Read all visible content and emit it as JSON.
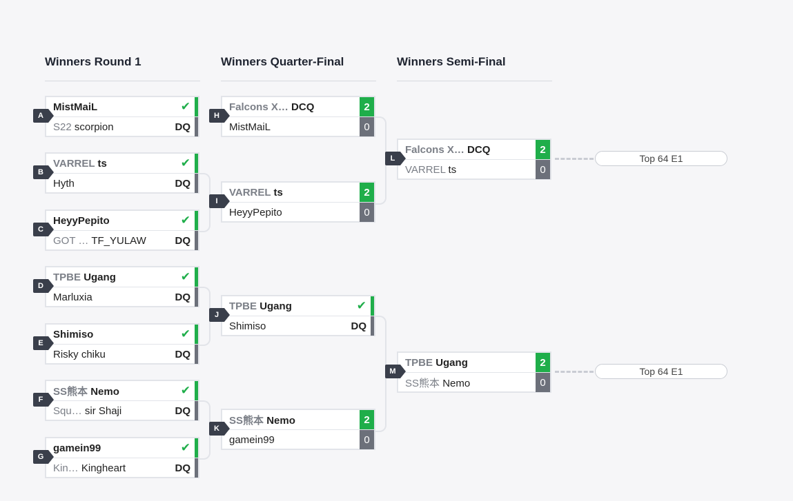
{
  "rounds": [
    {
      "title": "Winners Round 1"
    },
    {
      "title": "Winners Quarter-Final"
    },
    {
      "title": "Winners Semi-Final"
    }
  ],
  "matches": {
    "A": {
      "label": "A",
      "top": {
        "prefix": "",
        "name": "MistMaiL"
      },
      "bottom": {
        "prefix": "S22",
        "name": "scorpion",
        "result": "DQ"
      }
    },
    "B": {
      "label": "B",
      "top": {
        "prefix": "VARREL",
        "name": "ts"
      },
      "bottom": {
        "prefix": "",
        "name": "Hyth",
        "result": "DQ"
      }
    },
    "C": {
      "label": "C",
      "top": {
        "prefix": "",
        "name": "HeyyPepito"
      },
      "bottom": {
        "prefix": "GOT …",
        "name": "TF_YULAW",
        "result": "DQ"
      }
    },
    "D": {
      "label": "D",
      "top": {
        "prefix": "TPBE",
        "name": "Ugang"
      },
      "bottom": {
        "prefix": "",
        "name": "Marluxia",
        "result": "DQ"
      }
    },
    "E": {
      "label": "E",
      "top": {
        "prefix": "",
        "name": "Shimiso"
      },
      "bottom": {
        "prefix": "",
        "name": "Risky chiku",
        "result": "DQ"
      }
    },
    "F": {
      "label": "F",
      "top": {
        "prefix": "SS熊本",
        "name": "Nemo"
      },
      "bottom": {
        "prefix": "Squ…",
        "name": "sir Shaji",
        "result": "DQ"
      }
    },
    "G": {
      "label": "G",
      "top": {
        "prefix": "",
        "name": "gamein99"
      },
      "bottom": {
        "prefix": "Kin…",
        "name": "Kingheart",
        "result": "DQ"
      }
    },
    "H": {
      "label": "H",
      "top": {
        "prefix": "Falcons X…",
        "name": "DCQ",
        "score": "2"
      },
      "bottom": {
        "prefix": "",
        "name": "MistMaiL",
        "score": "0"
      }
    },
    "I": {
      "label": "I",
      "top": {
        "prefix": "VARREL",
        "name": "ts",
        "score": "2"
      },
      "bottom": {
        "prefix": "",
        "name": "HeyyPepito",
        "score": "0"
      }
    },
    "J": {
      "label": "J",
      "top": {
        "prefix": "TPBE",
        "name": "Ugang"
      },
      "bottom": {
        "prefix": "",
        "name": "Shimiso",
        "result": "DQ"
      }
    },
    "K": {
      "label": "K",
      "top": {
        "prefix": "SS熊本",
        "name": "Nemo",
        "score": "2"
      },
      "bottom": {
        "prefix": "",
        "name": "gamein99",
        "score": "0"
      }
    },
    "L": {
      "label": "L",
      "top": {
        "prefix": "Falcons X…",
        "name": "DCQ",
        "score": "2"
      },
      "bottom": {
        "prefix": "VARREL",
        "name": "ts",
        "score": "0"
      }
    },
    "M": {
      "label": "M",
      "top": {
        "prefix": "TPBE",
        "name": "Ugang",
        "score": "2"
      },
      "bottom": {
        "prefix": "SS熊本",
        "name": "Nemo",
        "score": "0"
      }
    }
  },
  "advance": [
    {
      "label": "Top 64 E1"
    },
    {
      "label": "Top 64 E1"
    }
  ],
  "icons": {
    "check": "check-icon"
  },
  "colors": {
    "win": "#1fae4a",
    "loss": "#6c707a",
    "tag": "#3a3f4b"
  }
}
